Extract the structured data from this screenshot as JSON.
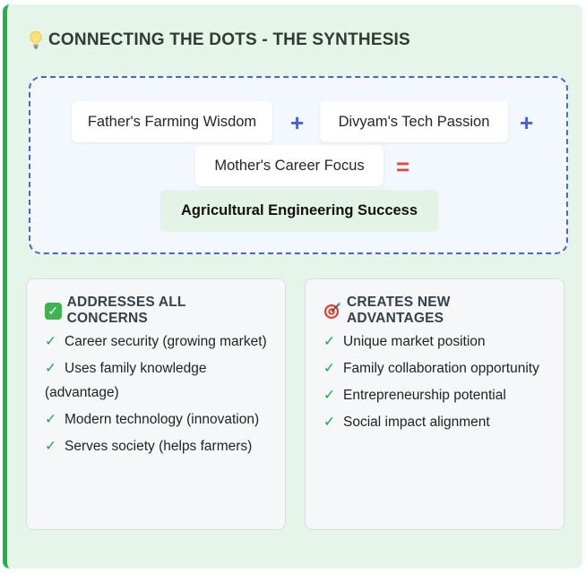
{
  "section": {
    "title": "CONNECTING THE DOTS - THE SYNTHESIS",
    "icon": "lightbulb-icon"
  },
  "synthesis": {
    "inputs": [
      "Father's Farming Wisdom",
      "Divyam's Tech Passion",
      "Mother's Career Focus"
    ],
    "plus": "+",
    "equals": "=",
    "result": "Agricultural Engineering Success",
    "colors": {
      "border": "#4c63d8",
      "plus": "#4a5fd8",
      "equals": "#e2483a",
      "result_bg": "#e3f4e6"
    }
  },
  "concerns": {
    "title": "ADDRESSES ALL CONCERNS",
    "icon": "check-box-icon",
    "check": "✓",
    "items": [
      "Career security (growing market)",
      "Uses family knowledge (advantage)",
      "Modern technology (innovation)",
      "Serves society (helps farmers)"
    ]
  },
  "advantages": {
    "title": "CREATES NEW ADVANTAGES",
    "icon": "target-icon",
    "check": "✓",
    "items": [
      "Unique market position",
      "Family collaboration opportunity",
      "Entrepreneurship potential",
      "Social impact alignment"
    ]
  },
  "colors": {
    "accent_green": "#22b04b",
    "panel_bg": "#e6f5e9",
    "check_green": "#22a447"
  }
}
